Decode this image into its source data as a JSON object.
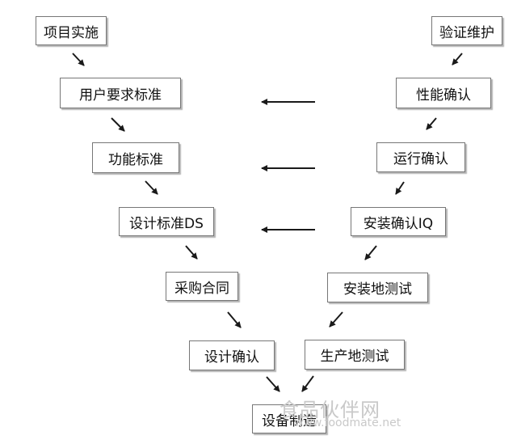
{
  "diagram": {
    "left_column": {
      "project_implementation": "项目实施",
      "user_requirement_standard": "用户要求标准",
      "functional_standard": "功能标准",
      "design_standard": "设计标准DS",
      "procurement_contract": "采购合同",
      "design_confirmation": "设计确认"
    },
    "right_column": {
      "validation_maintenance": "验证维护",
      "performance_qualification": "性能确认",
      "operation_qualification": "运行确认",
      "installation_qualification": "安装确认IQ",
      "site_acceptance_test": "安装地测试",
      "factory_acceptance_test": "生产地测试"
    },
    "bottom": {
      "equipment_manufacturing": "设备制造"
    }
  },
  "watermark": {
    "site_name": "食品伙伴网",
    "url": "www.foodmate.net"
  },
  "colors": {
    "box_border": "#777777",
    "box_shadow": "#b5b5b5",
    "arrow": "#1a1a1a",
    "watermark": "#c9c9c9"
  }
}
